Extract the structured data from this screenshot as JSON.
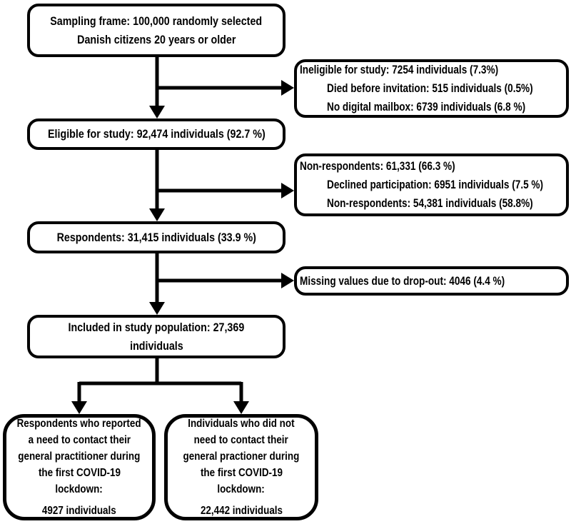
{
  "diagram": {
    "sampling": {
      "lines": [
        "Sampling frame: 100,000 randomly selected",
        "Danish citizens 20 years or older"
      ]
    },
    "ineligible": {
      "heading": "Ineligible for study: 7254 individuals (7.3%)",
      "sub": [
        "Died before invitation: 515 individuals (0.5%)",
        "No digital mailbox: 6739 individuals (6.8 %)"
      ]
    },
    "eligible": {
      "text": "Eligible for study: 92,474 individuals (92.7 %)"
    },
    "nonrespondents": {
      "heading": "Non-respondents: 61,331 (66.3 %)",
      "sub": [
        "Declined participation: 6951 individuals (7.5 %)",
        "Non-respondents: 54,381 individuals (58.8%)"
      ]
    },
    "respondents": {
      "text": "Respondents: 31,415 individuals (33.9 %)"
    },
    "missing": {
      "text": "Missing values due to drop-out: 4046 (4.4 %)"
    },
    "included": {
      "lines": [
        "Included in study population: 27,369",
        "individuals"
      ]
    },
    "need_gp": {
      "lines": [
        "Respondents who reported",
        "a need to contact their",
        "general practitioner during",
        "the first COVID-19",
        "lockdown:"
      ],
      "count": "4927 individuals"
    },
    "no_need_gp": {
      "lines": [
        "Individuals who did not",
        "need to contact their",
        "general practioner during",
        "the first COVID-19",
        "lockdown:"
      ],
      "count": "22,442 individuals"
    }
  },
  "colors": {
    "box_border": "#000000",
    "box_fill": "#ffffff",
    "text": "#000000",
    "arrow": "#000000",
    "background": "#ffffff"
  }
}
